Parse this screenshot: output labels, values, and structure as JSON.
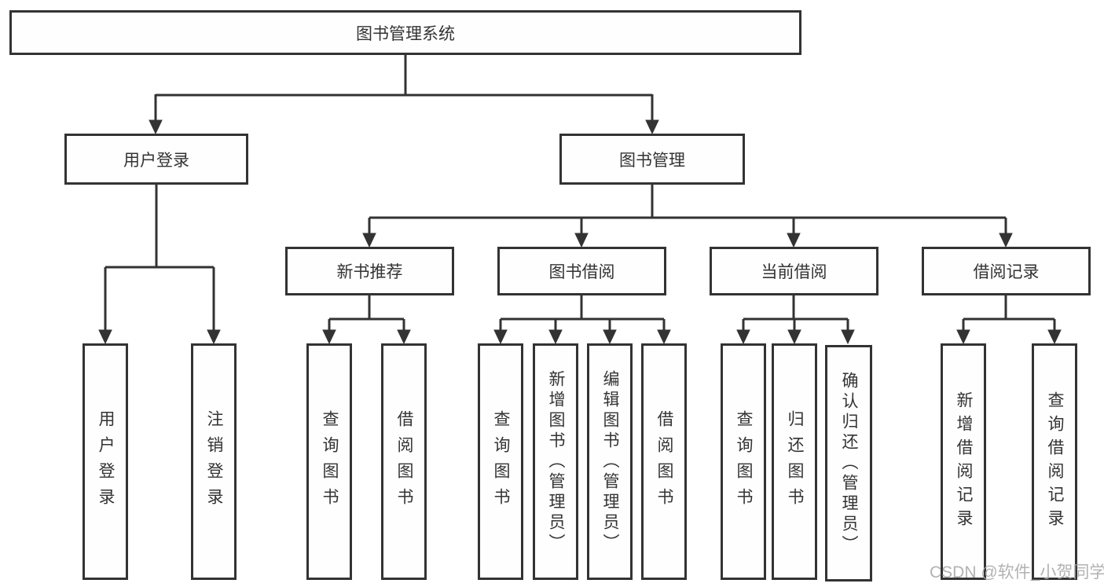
{
  "diagram": {
    "root": "图书管理系统",
    "branches": [
      {
        "label": "用户登录",
        "leaves": [
          "用户登录",
          "注销登录"
        ]
      },
      {
        "label": "图书管理",
        "children": [
          {
            "label": "新书推荐",
            "leaves": [
              "查询图书",
              "借阅图书"
            ]
          },
          {
            "label": "图书借阅",
            "leaves": [
              "查询图书",
              "新增图书（管理员）",
              "编辑图书（管理员）",
              "借阅图书"
            ]
          },
          {
            "label": "当前借阅",
            "leaves": [
              "查询图书",
              "归还图书",
              "确认归还（管理员）"
            ]
          },
          {
            "label": "借阅记录",
            "leaves": [
              "新增借阅记录",
              "查询借阅记录"
            ]
          }
        ]
      }
    ]
  },
  "watermark": {
    "text": "CSDN @软件_小贺同学"
  },
  "colors": {
    "line": "#333333",
    "box_border": "#333333",
    "text": "#333333",
    "watermark": "#a5a5a5",
    "background": "#ffffff"
  }
}
